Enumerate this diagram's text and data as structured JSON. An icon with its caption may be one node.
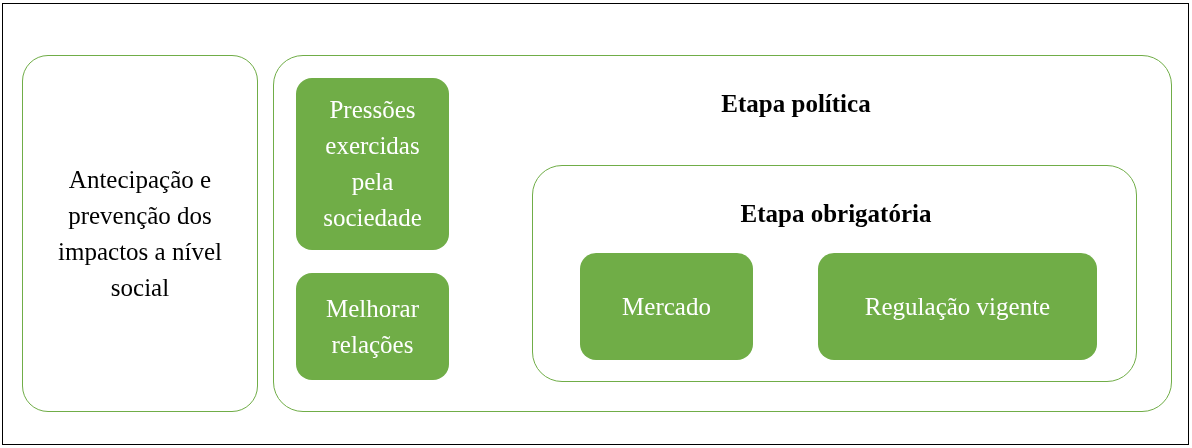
{
  "diagram": {
    "nodes": [
      {
        "text": [
          "Antecipação e prevenção dos impactos a nível social"
        ]
      },
      {
        "text": [
          "Etapa política"
        ]
      },
      {
        "text": [
          "Pressões exercidas pela sociedade"
        ],
        "in": 1
      },
      {
        "text": [
          "Melhorar relações"
        ],
        "in": 1
      },
      {
        "text": [
          "Etapa obrigatória"
        ],
        "in": 1
      },
      {
        "text": [
          "Mercado"
        ],
        "in": 4
      },
      {
        "text": [
          "Regulação vigente"
        ],
        "in": 4
      }
    ]
  }
}
